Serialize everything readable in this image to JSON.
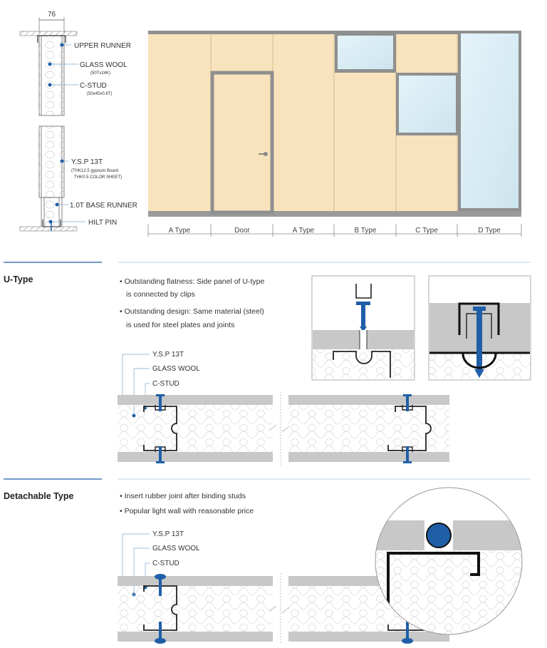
{
  "top": {
    "dimension": "76",
    "labels": {
      "upper_runner": "UPPER RUNNER",
      "glass_wool": "GLASS WOOL",
      "glass_wool_spec": "(50Tx24K)",
      "c_stud": "C-STUD",
      "c_stud_spec": "(50x45x0.8T)",
      "ysp": "Y.S.P 13T",
      "ysp_spec1": "(THK12.5 gypsum Board",
      "ysp_spec2": "THK0.5 COLOR SHEET)",
      "base_runner": "1.0T BASE RUNNER",
      "hilt_pin": "HILT PIN"
    },
    "types": [
      "A Type",
      "Door",
      "A Type",
      "B Type",
      "C Type",
      "D Type"
    ]
  },
  "u_type": {
    "title": "U-Type",
    "bullets": [
      "• Outstanding flatness: Side panel of U-type",
      "is connected by clips",
      "• Outstanding design: Same material (steel)",
      "is used for steel plates and joints"
    ],
    "labels": {
      "ysp": "Y.S.P 13T",
      "glass_wool": "GLASS WOOL",
      "c_stud": "C-STUD"
    }
  },
  "detachable": {
    "title": "Detachable Type",
    "bullets": [
      "• Insert rubber joint after binding studs",
      "• Popular light wall with reasonable price"
    ],
    "labels": {
      "ysp": "Y.S.P 13T",
      "glass_wool": "GLASS WOOL",
      "c_stud": "C-STUD"
    }
  },
  "colors": {
    "panel": "#f8e3bd",
    "frame": "#8f8f8f",
    "glass": "#d9eef6",
    "accent_blue": "#1f5fa8",
    "board_gray": "#c8c8c8"
  }
}
